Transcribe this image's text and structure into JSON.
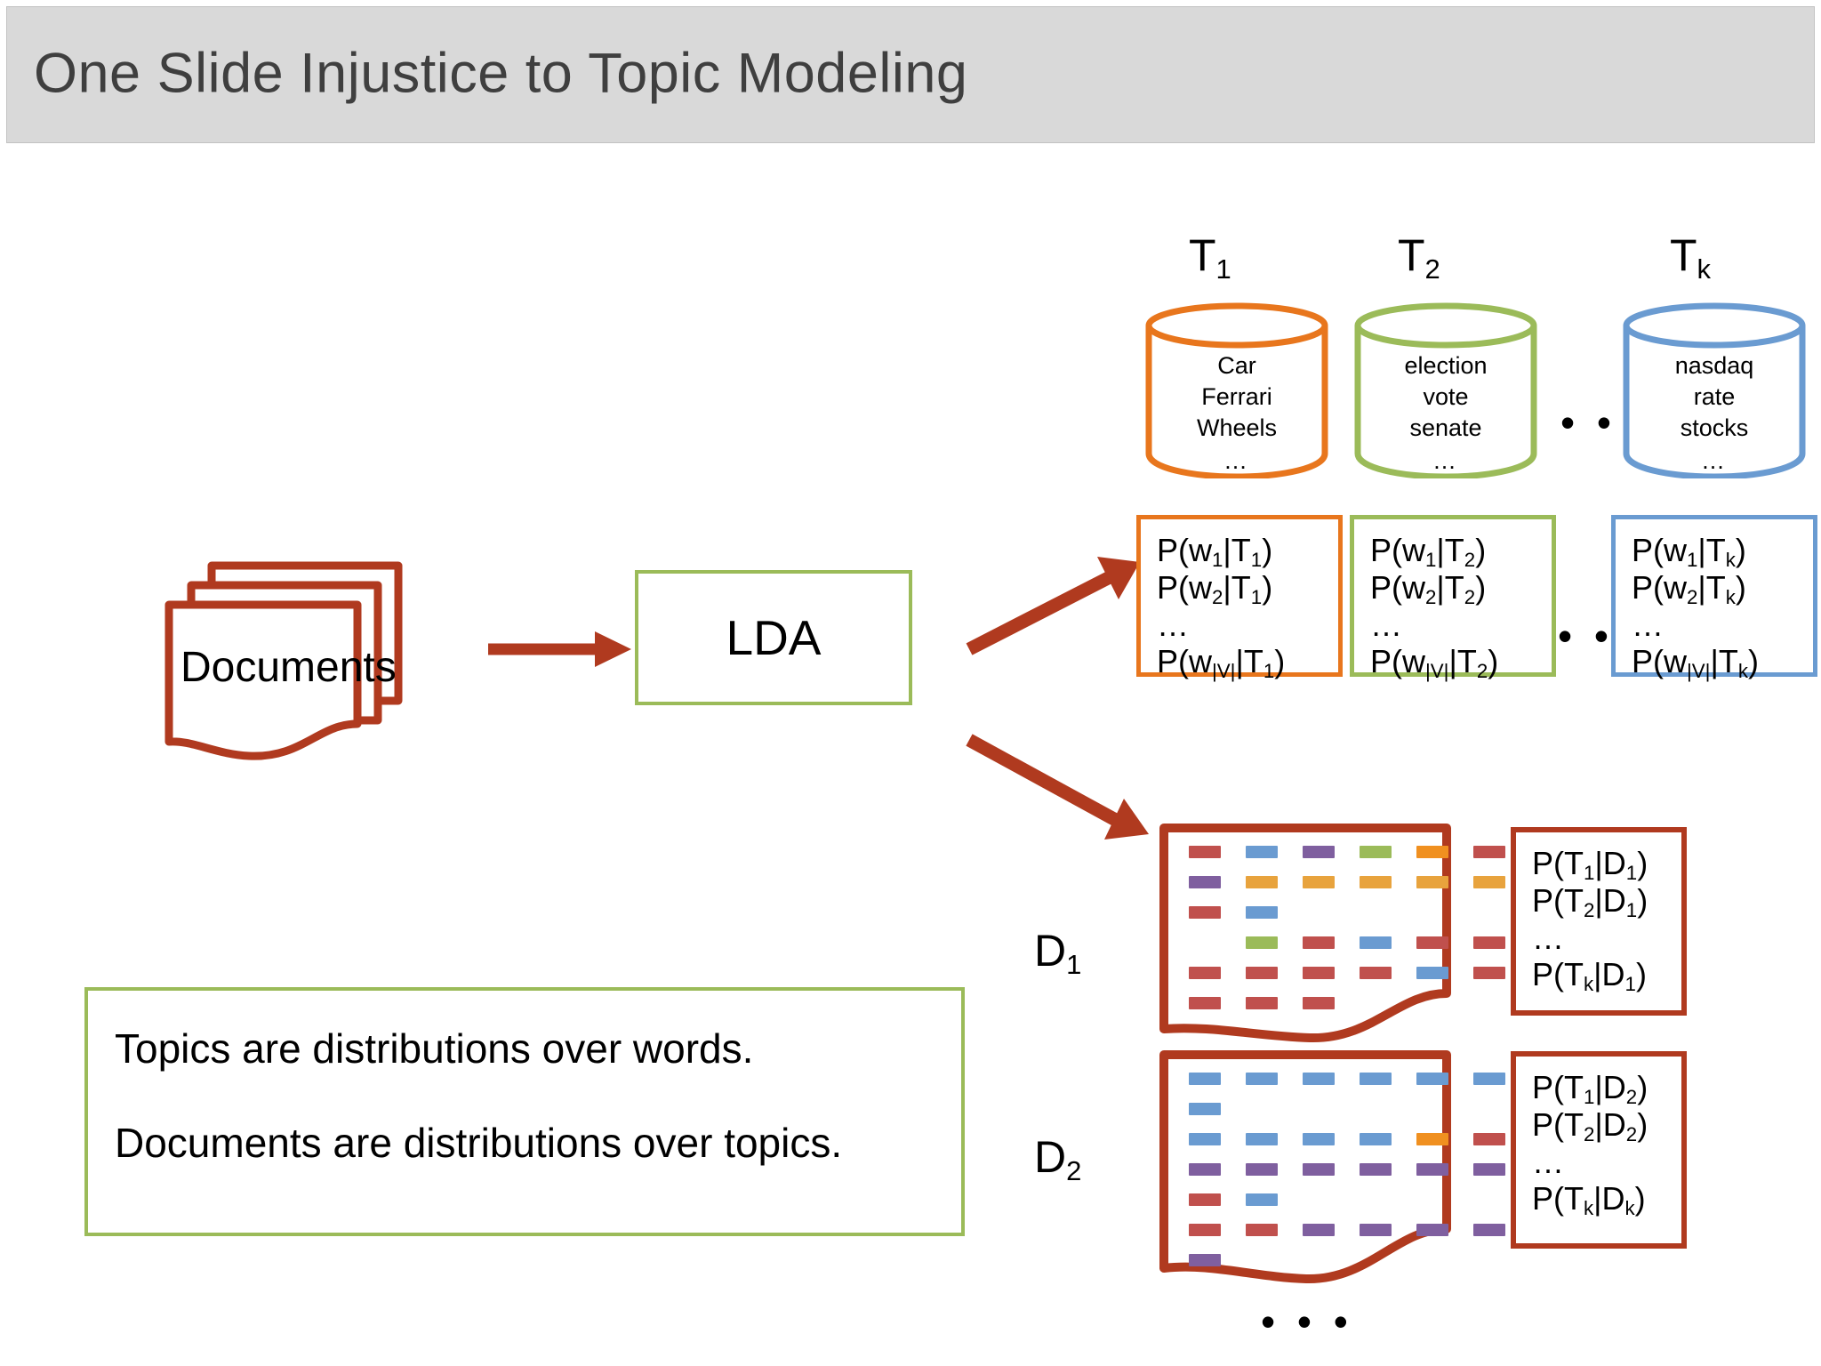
{
  "slide": {
    "title": "One Slide Injustice to Topic Modeling",
    "banner_color": "#d9d9d9"
  },
  "colors": {
    "brick_red": "#b03a1f",
    "orange": "#e8761d",
    "olive_green": "#9bbb59",
    "steel_blue": "#6a9bd1",
    "dash_red": "#c0504d",
    "dash_blue": "#6a9bd1",
    "dash_purple": "#7f5f9f",
    "dash_green": "#9bbb59",
    "dash_orange": "#e8a33d",
    "dash_orange_strong": "#f09020"
  },
  "pipeline": {
    "input_label": "Documents",
    "model_label": "LDA",
    "arrow_input_to_model": "arrow-right",
    "arrow_model_to_topics": "arrow-up-right",
    "arrow_model_to_docs": "arrow-down-right"
  },
  "topics": {
    "ellipsis": "• • •",
    "items": [
      {
        "label": "T",
        "sub": "1",
        "color": "#e8761d",
        "words": [
          "Car",
          "Ferrari",
          "Wheels"
        ],
        "words_more": "…",
        "prob_lines": [
          "P(w1|T1)",
          "P(w2|T1)"
        ],
        "prob_dots": "…",
        "prob_last": "P(w|V||T1)"
      },
      {
        "label": "T",
        "sub": "2",
        "color": "#9bbb59",
        "words": [
          "election",
          "vote",
          "senate"
        ],
        "words_more": "…",
        "prob_lines": [
          "P(w1|T2)",
          "P(w2|T2)"
        ],
        "prob_dots": "…",
        "prob_last": "P(w|V||T2)"
      },
      {
        "label": "T",
        "sub": "k",
        "color": "#6a9bd1",
        "words": [
          "nasdaq",
          "rate",
          "stocks"
        ],
        "words_more": "…",
        "prob_lines": [
          "P(w1|Tk)",
          "P(w2|Tk)"
        ],
        "prob_dots": "…",
        "prob_last": "P(w|V||Tk)"
      }
    ]
  },
  "documents": {
    "trailing_ellipsis": "• • •",
    "items": [
      {
        "label": "D",
        "sub": "1",
        "dash_rows": [
          [
            "red",
            "blue",
            "purple",
            "green",
            "orangeS",
            "red",
            "red",
            "blue"
          ],
          [
            "purple",
            "orange",
            "orange",
            "orange",
            "orange",
            "orange",
            "orange",
            "orange"
          ],
          [
            "red",
            "blue"
          ],
          [
            "gap",
            "green",
            "red",
            "blue",
            "red",
            "red",
            "red",
            "red"
          ],
          [
            "red",
            "red",
            "red",
            "red",
            "blue",
            "red",
            "red",
            "red"
          ],
          [
            "red",
            "red",
            "red"
          ]
        ],
        "prob_lines": [
          "P(T1|D1)",
          "P(T2|D1)"
        ],
        "prob_dots": "…",
        "prob_last": "P(Tk|D1)"
      },
      {
        "label": "D",
        "sub": "2",
        "dash_rows": [
          [
            "blue",
            "blue",
            "blue",
            "blue",
            "blue",
            "blue",
            "blue",
            "red"
          ],
          [
            "blue"
          ],
          [
            "blue",
            "blue",
            "blue",
            "blue",
            "orangeS",
            "red",
            "red",
            "blue"
          ],
          [
            "purple",
            "purple",
            "purple",
            "purple",
            "purple",
            "purple",
            "purple",
            "red"
          ],
          [
            "red",
            "blue"
          ],
          [
            "red",
            "red",
            "purple",
            "purple",
            "purple",
            "purple",
            "purple",
            "purple"
          ],
          [
            "purple"
          ]
        ],
        "prob_lines": [
          "P(T1|D2)",
          "P(T2|D2)"
        ],
        "prob_dots": "…",
        "prob_last": "P(Tk|Dk)"
      }
    ]
  },
  "caption": {
    "lines": [
      "Topics are distributions over words.",
      "Documents are distributions over topics."
    ]
  }
}
